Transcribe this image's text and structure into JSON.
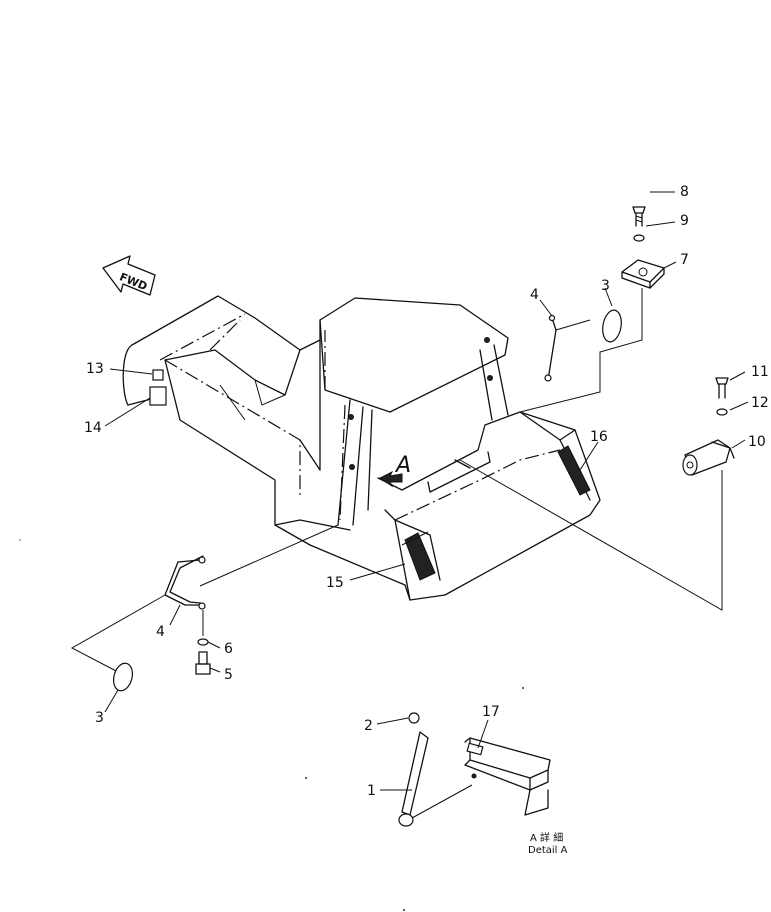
{
  "diagram": {
    "fwd_label": "FWD",
    "view_arrow_label": "A",
    "callouts": {
      "c1": "1",
      "c2": "2",
      "c3a": "3",
      "c3b": "3",
      "c4a": "4",
      "c4b": "4",
      "c5": "5",
      "c6": "6",
      "c7": "7",
      "c8": "8",
      "c9": "9",
      "c10": "10",
      "c11": "11",
      "c12": "12",
      "c13": "13",
      "c14": "14",
      "c15": "15",
      "c16": "16",
      "c17": "17"
    },
    "detail_title_jp": "A 詳 細",
    "detail_title_en": "Detail A"
  }
}
